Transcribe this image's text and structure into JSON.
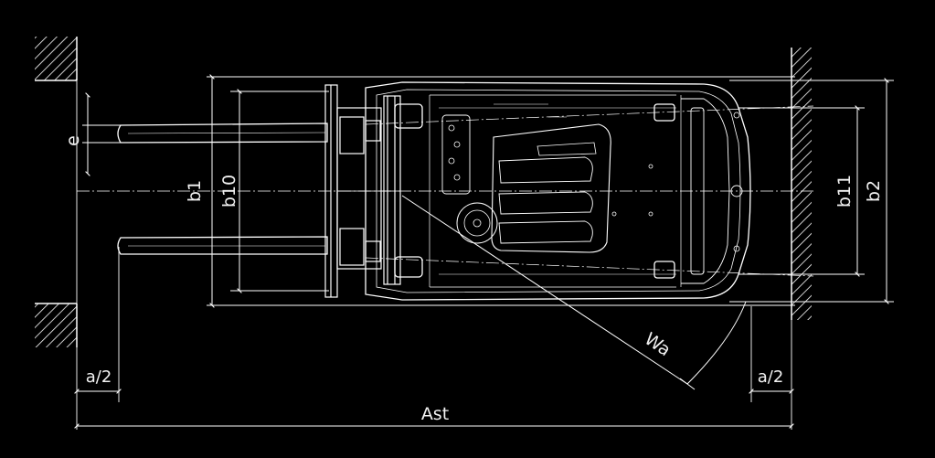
{
  "diagram": {
    "labels": {
      "e": "e",
      "b1": "b1",
      "b10": "b10",
      "b11": "b11",
      "b2": "b2",
      "wa": "Wa",
      "a_half_left": "a/2",
      "a_half_right": "a/2",
      "ast": "Ast"
    },
    "colors": {
      "background": "#000000",
      "line": "#ffffff"
    }
  }
}
